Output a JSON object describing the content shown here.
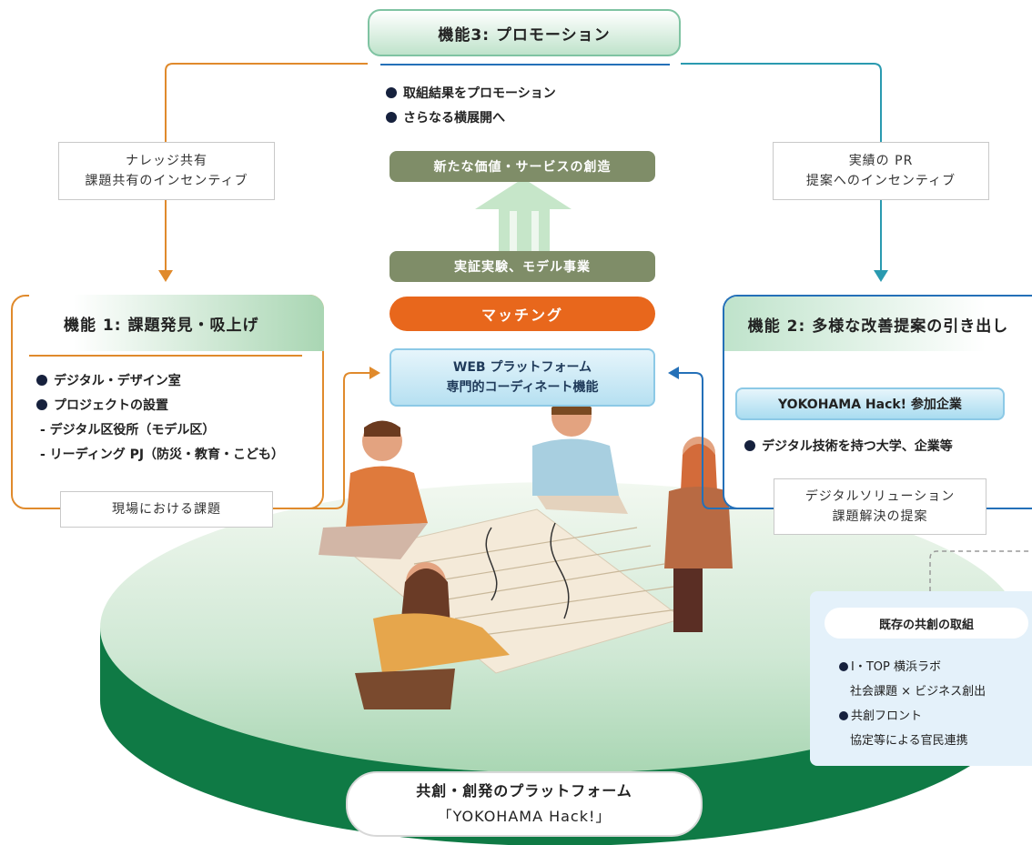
{
  "function3": {
    "title": "機能3: プロモーション",
    "bullets": [
      "取組結果をプロモーション",
      "さらなる横展開へ"
    ]
  },
  "center": {
    "new_value": "新たな価値・サービスの創造",
    "demo": "実証実験、モデル事業",
    "matching": "マッチング",
    "web_line1": "WEB プラットフォーム",
    "web_line2": "専門的コーディネート機能"
  },
  "left_label": {
    "line1": "ナレッジ共有",
    "line2": "課題共有のインセンティブ"
  },
  "right_label": {
    "line1": "実績の PR",
    "line2": "提案へのインセンティブ"
  },
  "function1": {
    "title": "機能 1: 課題発見・吸上げ",
    "bullets": [
      "デジタル・デザイン室",
      "プロジェクトの設置"
    ],
    "subitems": [
      "- デジタル区役所（モデル区）",
      "- リーディング PJ（防災・教育・こども）"
    ],
    "footer": "現場における課題"
  },
  "function2": {
    "title": "機能 2: 多様な改善提案の引き出し",
    "partner": "YOKOHAMA Hack! 参加企業",
    "bullet": "デジタル技術を持つ大学、企業等",
    "solution_line1": "デジタルソリューション",
    "solution_line2": "課題解決の提案"
  },
  "existing": {
    "title": "既存の共創の取組",
    "item1": "I・TOP 横浜ラボ",
    "item1_sub": "社会課題 × ビジネス創出",
    "item2": "共創フロント",
    "item2_sub": "協定等による官民連携"
  },
  "platform": {
    "line1": "共創・創発のプラットフォーム",
    "line2": "「YOKOHAMA Hack!」"
  },
  "colors": {
    "orange": "#e08a2c",
    "teal": "#2a9ab0",
    "green_dark": "#0f7a45",
    "green_light": "#cfe8d4",
    "olive": "#7f8d68",
    "matching": "#e8671c",
    "navy": "#16213d"
  }
}
